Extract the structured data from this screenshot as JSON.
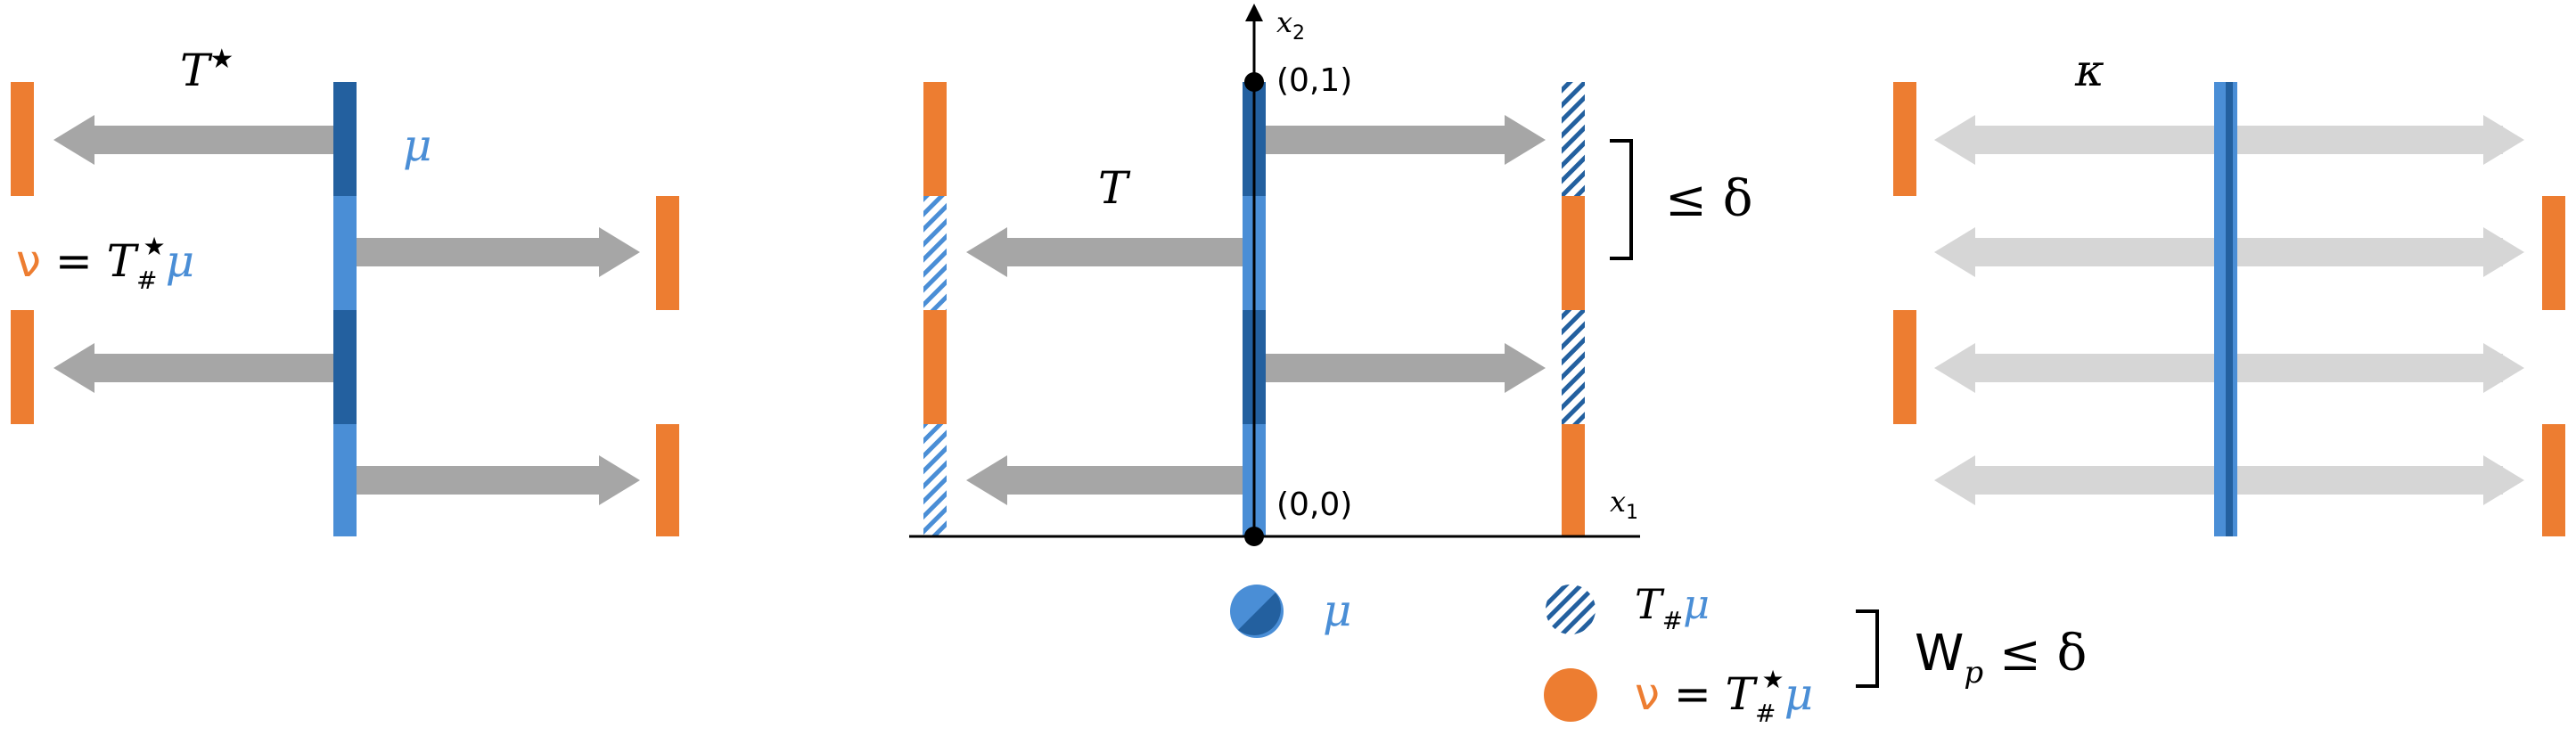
{
  "colors": {
    "mu_light": "#4A8ED6",
    "mu_dark": "#23609F",
    "nu_orange": "#ED7D31",
    "arrow_gray": "#A6A6A6",
    "arrow_light": "#D6D6D6",
    "axis": "#000000",
    "text": "#000000"
  },
  "left_panel": {
    "t_star": "T",
    "star": "★",
    "mu": "μ",
    "nu_label": {
      "nu": "ν",
      "eq": " = ",
      "t": "T",
      "sub": "#",
      "sup": "★",
      "mu": "μ"
    }
  },
  "middle_panel": {
    "t_label": "T",
    "x2_label": "x",
    "x2_sub": "2",
    "x1_label": "x",
    "x1_sub": "1",
    "point_top": "(0,1)",
    "point_origin": "(0,0)",
    "delta_label": "≤ δ"
  },
  "right_panel": {
    "kappa": "κ"
  },
  "legend": {
    "mu": "μ",
    "t_push": {
      "t": "T",
      "sub": "#",
      "mu": "μ"
    },
    "nu": {
      "nu": "ν",
      "eq": " = ",
      "t": "T",
      "sub": "#",
      "sup": "★",
      "mu": "μ"
    },
    "wp": {
      "w": "W",
      "sub": "p",
      "rest": " ≤ δ"
    }
  }
}
